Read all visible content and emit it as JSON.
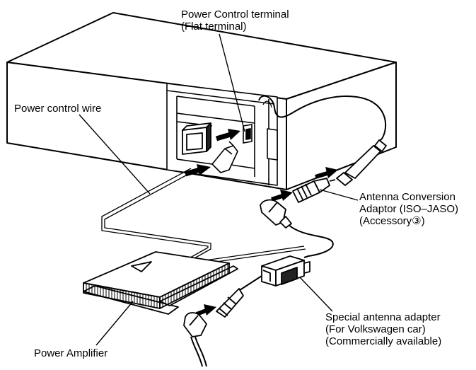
{
  "labels": {
    "power_control_terminal": [
      "Power Control terminal",
      "(Flat terminal)"
    ],
    "power_control_wire": "Power control wire",
    "antenna_conversion_adaptor": [
      "Antenna Conversion",
      "Adaptor (ISO–JASO)",
      "(Accessory③)"
    ],
    "special_antenna_adapter": [
      "Special antenna adapter",
      "(For Volkswagen car)",
      "(Commercially available)"
    ],
    "power_amplifier": "Power Amplifier"
  },
  "colors": {
    "line": "#000000",
    "fill": "#ffffff",
    "shade": "#444444"
  }
}
